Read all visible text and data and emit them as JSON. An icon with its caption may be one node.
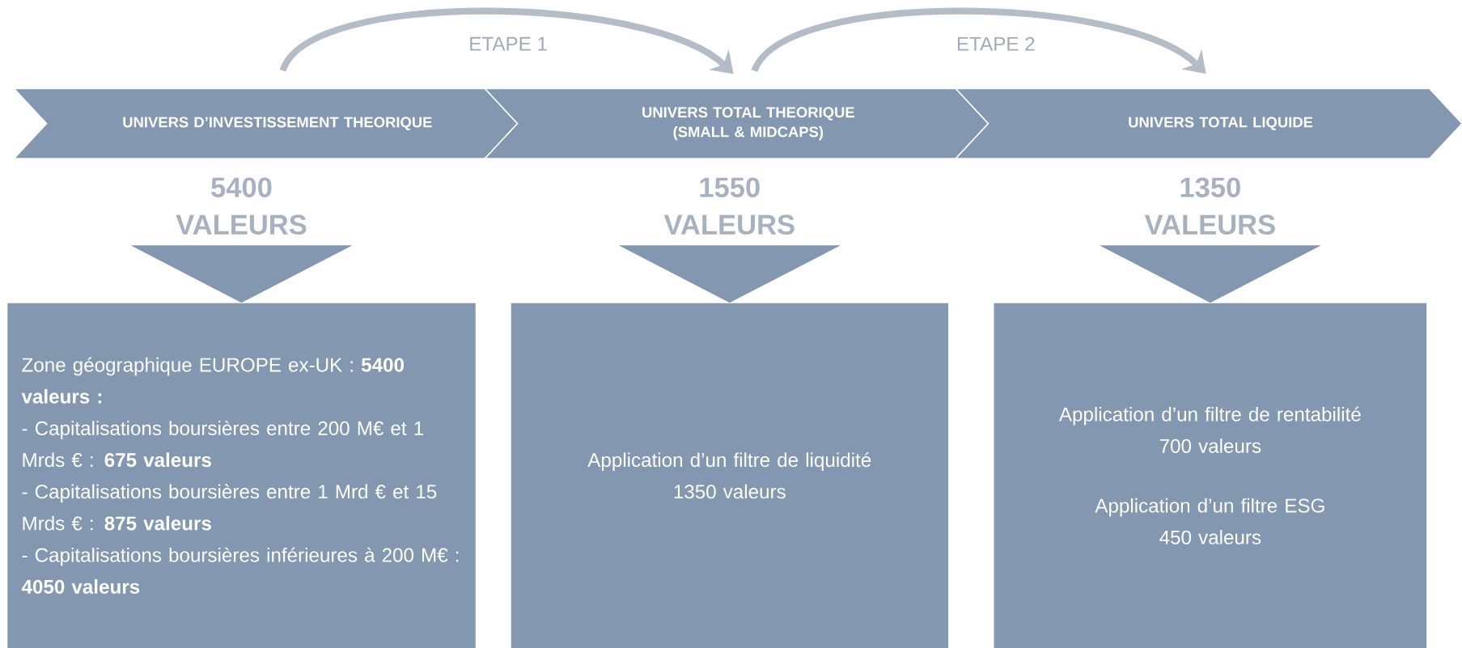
{
  "diagram": {
    "nodes": [
      {
        "text": [
          "UNIVERS D’INVESTISSEMENT THEORIQUE"
        ]
      },
      {
        "text": [
          "UNIVERS TOTAL THEORIQUE (SMALL & MIDCAPS)"
        ]
      },
      {
        "text": [
          "UNIVERS TOTAL LIQUIDE"
        ]
      },
      {
        "text": [
          "5400 VALEURS"
        ]
      },
      {
        "text": [
          "1550 VALEURS"
        ]
      },
      {
        "text": [
          "1350 VALEURS"
        ]
      },
      {
        "text": [
          "Zone géographique EUROPE ex-UK : **5400 valeurs :**",
          "- Capitalisations boursières entre 200 M€ et 1 Mrds € : **675 valeurs**",
          "- Capitalisations boursières entre 1 Mrd € et 15 Mrds € : **875 valeurs**",
          "- Capitalisations boursières inférieures à 200 M€ : **4050 valeurs**"
        ]
      },
      {
        "text": [
          "Application d’un filtre de liquidité",
          "1350 valeurs"
        ]
      },
      {
        "text": [
          "Application d’un filtre de rentabilité",
          "700 valeurs",
          "Application d’un filtre ESG",
          "450 valeurs"
        ]
      }
    ],
    "edges": [
      {
        "from": 0,
        "to": 1,
        "arrow": "to",
        "label": "ETAPE 1"
      },
      {
        "from": 1,
        "to": 2,
        "arrow": "to",
        "label": "ETAPE 2"
      },
      {
        "from": 3,
        "to": 6,
        "arrow": "to"
      },
      {
        "from": 4,
        "to": 7,
        "arrow": "to"
      },
      {
        "from": 5,
        "to": 8,
        "arrow": "to"
      }
    ]
  }
}
